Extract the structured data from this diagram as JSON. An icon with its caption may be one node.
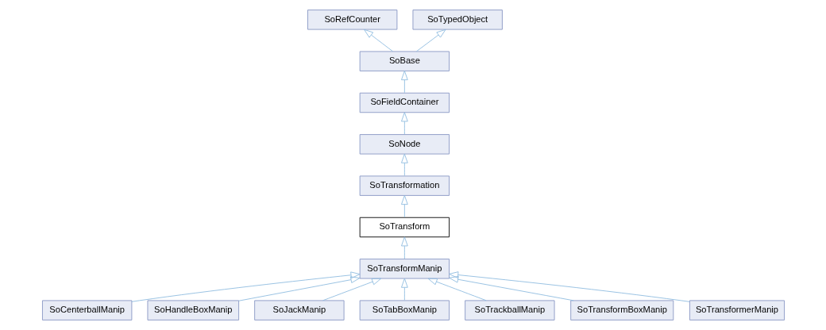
{
  "diagram": {
    "nodes": [
      {
        "text": [
          "SoRefCounter"
        ]
      },
      {
        "text": [
          "SoTypedObject"
        ]
      },
      {
        "text": [
          "SoBase"
        ]
      },
      {
        "text": [
          "SoFieldContainer"
        ]
      },
      {
        "text": [
          "SoNode"
        ]
      },
      {
        "text": [
          "SoTransformation"
        ]
      },
      {
        "text": [
          "SoTransform"
        ]
      },
      {
        "text": [
          "SoTransformManip"
        ]
      },
      {
        "text": [
          "SoCenterballManip"
        ]
      },
      {
        "text": [
          "SoHandleBoxManip"
        ]
      },
      {
        "text": [
          "SoJackManip"
        ]
      },
      {
        "text": [
          "SoTabBoxManip"
        ]
      },
      {
        "text": [
          "SoTrackballManip"
        ]
      },
      {
        "text": [
          "SoTransformBoxManip"
        ]
      },
      {
        "text": [
          "SoTransformerManip"
        ]
      }
    ],
    "edges": [
      {
        "from": 2,
        "to": 0,
        "arrow": "to"
      },
      {
        "from": 2,
        "to": 1,
        "arrow": "to"
      },
      {
        "from": 3,
        "to": 2,
        "arrow": "to"
      },
      {
        "from": 4,
        "to": 3,
        "arrow": "to"
      },
      {
        "from": 5,
        "to": 4,
        "arrow": "to"
      },
      {
        "from": 6,
        "to": 5,
        "arrow": "to"
      },
      {
        "from": 7,
        "to": 6,
        "arrow": "to"
      },
      {
        "from": 8,
        "to": 7,
        "arrow": "to"
      },
      {
        "from": 9,
        "to": 7,
        "arrow": "to"
      },
      {
        "from": 10,
        "to": 7,
        "arrow": "to"
      },
      {
        "from": 11,
        "to": 7,
        "arrow": "to"
      },
      {
        "from": 12,
        "to": 7,
        "arrow": "to"
      },
      {
        "from": 13,
        "to": 7,
        "arrow": "to"
      },
      {
        "from": 14,
        "to": 7,
        "arrow": "to"
      }
    ]
  }
}
